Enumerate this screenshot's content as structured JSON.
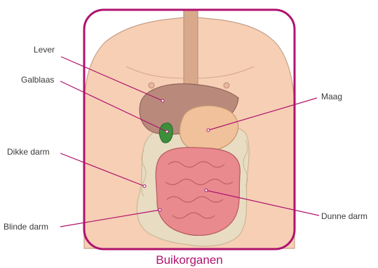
{
  "caption": "Buikorganen",
  "labels": {
    "lever": "Lever",
    "galblaas": "Galblaas",
    "dikke_darm": "Dikke darm",
    "blinde_darm": "Blinde darm",
    "maag": "Maag",
    "dunne_darm": "Dunne darm"
  },
  "colors": {
    "frame": "#b0136e",
    "skin": "#f6cfb5",
    "liver": "#b98a7c",
    "stomach": "#f0c19a",
    "gallbladder": "#3d8f3a",
    "large_intestine": "#e8dcc2",
    "small_intestine": "#e98a8f",
    "esophagus": "#d9a98c"
  }
}
